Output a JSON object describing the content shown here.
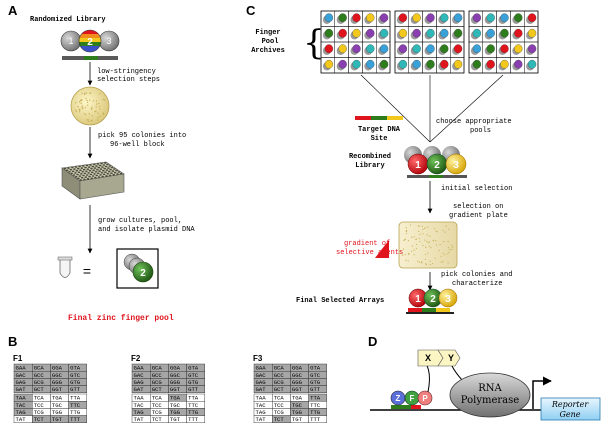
{
  "panels": {
    "a": {
      "letter": "A",
      "title": "Randomized Library",
      "library_balls": [
        "1",
        "2",
        "3"
      ],
      "step1": [
        "low-stringency",
        "selection steps"
      ],
      "step2": [
        "pick 95 colonies into",
        "96-well block"
      ],
      "step3": [
        "grow cultures, pool,",
        "and isolate plasmid DNA"
      ],
      "equals": "=",
      "pool_ball": "2",
      "result": "Final zinc finger pool"
    },
    "b": {
      "letter": "B",
      "tables": [
        {
          "label": "F1",
          "top": [
            [
              "GAA",
              "GCA",
              "GGA",
              "GTA"
            ],
            [
              "GAC",
              "GCC",
              "GGC",
              "GTC"
            ],
            [
              "GAG",
              "GCG",
              "GGG",
              "GTG"
            ],
            [
              "GAT",
              "GCT",
              "GGT",
              "GTT"
            ]
          ],
          "bottom": [
            [
              "TAA",
              "TCA",
              "TGA",
              "TTA"
            ],
            [
              "TAC",
              "TCC",
              "TGC",
              "TTC"
            ],
            [
              "TAG",
              "TCG",
              "TGG",
              "TTG"
            ],
            [
              "TAT",
              "TCT",
              "TGT",
              "TTT"
            ]
          ],
          "top_shade": [
            [
              1,
              1,
              1,
              1
            ],
            [
              1,
              1,
              1,
              1
            ],
            [
              1,
              1,
              1,
              1
            ],
            [
              1,
              1,
              1,
              1
            ]
          ],
          "bottom_shade": [
            [
              1,
              0,
              0,
              0
            ],
            [
              1,
              0,
              0,
              1
            ],
            [
              1,
              0,
              0,
              0
            ],
            [
              0,
              1,
              1,
              1
            ]
          ]
        },
        {
          "label": "F2",
          "top": [
            [
              "GAA",
              "GCA",
              "GGA",
              "GTA"
            ],
            [
              "GAC",
              "GCC",
              "GGC",
              "GTC"
            ],
            [
              "GAG",
              "GCG",
              "GGG",
              "GTG"
            ],
            [
              "GAT",
              "GCT",
              "GGT",
              "GTT"
            ]
          ],
          "bottom": [
            [
              "TAA",
              "TCA",
              "TGA",
              "TTA"
            ],
            [
              "TAC",
              "TCC",
              "TGC",
              "TTC"
            ],
            [
              "TAG",
              "TCG",
              "TGG",
              "TTG"
            ],
            [
              "TAT",
              "TCT",
              "TGT",
              "TTT"
            ]
          ],
          "top_shade": [
            [
              1,
              1,
              1,
              1
            ],
            [
              1,
              1,
              1,
              1
            ],
            [
              1,
              1,
              1,
              1
            ],
            [
              1,
              1,
              1,
              1
            ]
          ],
          "bottom_shade": [
            [
              0,
              0,
              1,
              0
            ],
            [
              0,
              0,
              0,
              0
            ],
            [
              1,
              0,
              1,
              1
            ],
            [
              0,
              0,
              0,
              0
            ]
          ]
        },
        {
          "label": "F3",
          "top": [
            [
              "GAA",
              "GCA",
              "GGA",
              "GTA"
            ],
            [
              "GAC",
              "GCC",
              "GGC",
              "GTC"
            ],
            [
              "GAG",
              "GCG",
              "GGG",
              "GTG"
            ],
            [
              "GAT",
              "GCT",
              "GGT",
              "GTT"
            ]
          ],
          "bottom": [
            [
              "TAA",
              "TCA",
              "TGA",
              "TTA"
            ],
            [
              "TAC",
              "TCC",
              "TGC",
              "TTC"
            ],
            [
              "TAG",
              "TCG",
              "TGG",
              "TTG"
            ],
            [
              "TAT",
              "TCT",
              "TGT",
              "TTT"
            ]
          ],
          "top_shade": [
            [
              1,
              1,
              1,
              1
            ],
            [
              1,
              1,
              1,
              1
            ],
            [
              1,
              1,
              1,
              1
            ],
            [
              1,
              1,
              1,
              1
            ]
          ],
          "bottom_shade": [
            [
              0,
              0,
              0,
              1
            ],
            [
              0,
              0,
              1,
              0
            ],
            [
              0,
              0,
              1,
              1
            ],
            [
              0,
              1,
              0,
              0
            ]
          ]
        }
      ]
    },
    "c": {
      "letter": "C",
      "archives_label": [
        "Finger",
        "Pool",
        "Archives"
      ],
      "target_label": [
        "Target DNA",
        "Site"
      ],
      "choose_label": [
        "choose appropriate",
        "pools"
      ],
      "recombined_label": [
        "Recombined",
        "Library"
      ],
      "recombined_balls": [
        "1",
        "2",
        "3"
      ],
      "initial_selection": "initial selection",
      "gradient_selection": [
        "selection on",
        "gradient plate"
      ],
      "gradient_label": [
        "gradient of",
        "selective agents"
      ],
      "pick_label": [
        "pick colonies and",
        "characterize"
      ],
      "final_label": "Final Selected Arrays",
      "final_balls": [
        "1",
        "2",
        "3"
      ]
    },
    "d": {
      "letter": "D",
      "zfp": [
        "Z",
        "F",
        "P"
      ],
      "xy": [
        "X",
        "Y"
      ],
      "polymerase": [
        "RNA",
        "Polymerase"
      ],
      "reporter": [
        "Reporter",
        "Gene"
      ]
    }
  },
  "colors": {
    "red": "#e0141c",
    "green": "#2e7d1c",
    "yellow": "#f2c81c",
    "ball_grey": "#8a8a8a",
    "shade": "#a6a6a6",
    "archive_palette": [
      "#3aa0d8",
      "#2e7d1c",
      "#e0141c",
      "#f2c81c",
      "#8a3fb0",
      "#30b8b8"
    ]
  }
}
